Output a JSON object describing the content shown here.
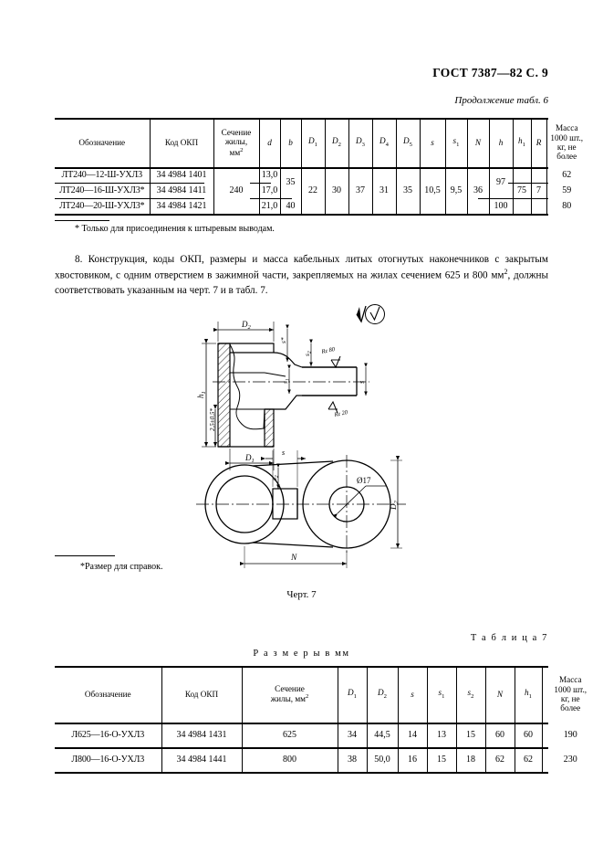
{
  "header": {
    "standard_title": "ГОСТ 7387—82 С. 9",
    "continuation_note": "Продолжение табл. 6"
  },
  "table6": {
    "columns": [
      "Обозначение",
      "Код ОКП",
      "Сечение жилы, мм2",
      "d",
      "b",
      "D1",
      "D2",
      "D3",
      "D4",
      "D5",
      "s",
      "s1",
      "N",
      "h",
      "h1",
      "R",
      "Масса 1000 шт., кг, не более"
    ],
    "header_cells": {
      "designation": "Обозначение",
      "okp": "Код ОКП",
      "section_l1": "Сечение",
      "section_l2": "жилы,",
      "section_l3": "мм",
      "section_sup": "2",
      "d": "d",
      "b": "b",
      "D1": "D",
      "D1s": "1",
      "D2": "D",
      "D2s": "2",
      "D3": "D",
      "D3s": "3",
      "D4": "D",
      "D4s": "4",
      "D5": "D",
      "D5s": "5",
      "s": "s",
      "s1": "s",
      "s1s": "1",
      "N": "N",
      "h": "h",
      "h1": "h",
      "h1s": "1",
      "R": "R",
      "mass_l1": "Масса",
      "mass_l2": "1000 шт.,",
      "mass_l3": "кг, не",
      "mass_l4": "более"
    },
    "rows": [
      {
        "designation": "ЛТ240—12-Ш-УХЛ3",
        "okp": "34 4984 1401",
        "d": "13,0",
        "mass": "62"
      },
      {
        "designation": "ЛТ240—16-Ш-УХЛ3*",
        "okp": "34 4984 1411",
        "d": "17,0",
        "mass": "59"
      },
      {
        "designation": "ЛТ240—20-Ш-УХЛ3*",
        "okp": "34 4984 1421",
        "d": "21,0",
        "mass": "80"
      }
    ],
    "merged": {
      "section": "240",
      "b_top": "35",
      "b_bottom": "40",
      "D1": "22",
      "D2": "30",
      "D3": "37",
      "D4": "31",
      "D5": "35",
      "s": "10,5",
      "s1": "9,5",
      "N": "36",
      "h_top": "97",
      "h_bottom": "100",
      "h1": "75",
      "R": "7"
    },
    "footnote": "* Только для присоединения к штыревым выводам."
  },
  "paragraph": {
    "text_p1": "8. Конструкция, коды ОКП, размеры и масса кабельных литых отогнутых наконечников с закрытым хвостовиком, с одним отверстием в зажимной части, закрепляемых на жилах сечением 625 и 800 мм",
    "text_sup": "2",
    "text_p2": ", должны соответствовать указанным на черт. 7 и в табл. 7."
  },
  "drawing": {
    "caption": "Черт. 7",
    "note": "*Размер для справок.",
    "surface_symbol": "roughness-symbol",
    "labels": {
      "D2_top": "D2",
      "D1_bottom": "D1",
      "h1_left": "h1",
      "thickness": "2,5±0,5*",
      "s_star": "s*",
      "s2": "s2",
      "s1": "s1",
      "s_right": "s",
      "rz80": "Rz 80",
      "rz20": "Rz 20",
      "hole": "Ø17",
      "D2_plan": "D2",
      "N_plan": "N",
      "s2_plan": "s2",
      "s_plan": "s"
    }
  },
  "table7": {
    "label": "Т а б л и ц а  7",
    "dims_label": "Р а з м е р ы   в мм",
    "header_cells": {
      "designation": "Обозначение",
      "okp": "Код ОКП",
      "section_l1": "Сечение",
      "section_l2": "жилы, мм",
      "section_sup": "2",
      "D1": "D",
      "D1s": "1",
      "D2": "D",
      "D2s": "2",
      "s": "s",
      "s1": "s",
      "s1s": "1",
      "s2": "s",
      "s2s": "2",
      "N": "N",
      "h1": "h",
      "h1s": "1",
      "mass_l1": "Масса",
      "mass_l2": "1000 шт.,",
      "mass_l3": "кг, не",
      "mass_l4": "более"
    },
    "rows": [
      {
        "designation": "Л625—16-О-УХЛ3",
        "okp": "34 4984 1431",
        "section": "625",
        "D1": "34",
        "D2": "44,5",
        "s": "14",
        "s1": "13",
        "s2": "15",
        "N": "60",
        "h1": "60",
        "mass": "190"
      },
      {
        "designation": "Л800—16-О-УХЛ3",
        "okp": "34 4984 1441",
        "section": "800",
        "D1": "38",
        "D2": "50,0",
        "s": "16",
        "s1": "15",
        "s2": "18",
        "N": "62",
        "h1": "62",
        "mass": "230"
      }
    ]
  }
}
